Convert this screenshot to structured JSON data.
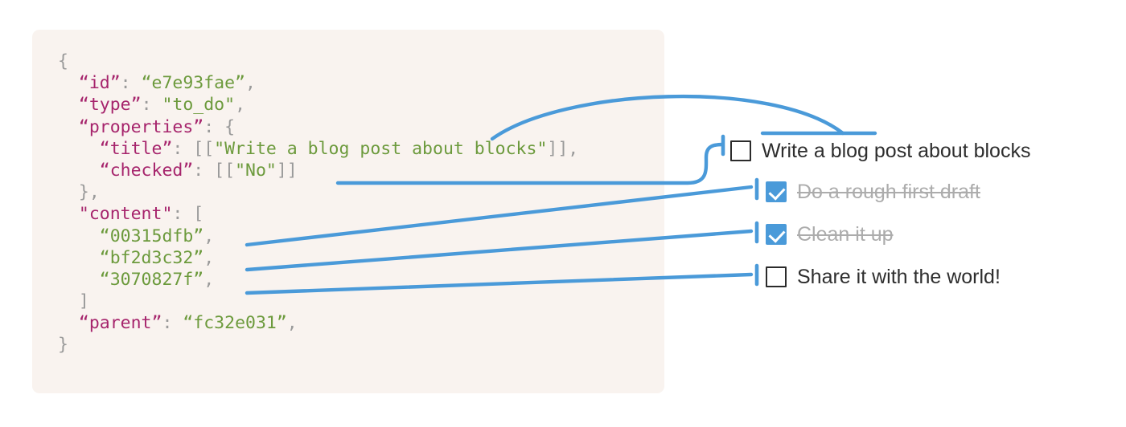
{
  "panel": {
    "background_color": "#f9f3ef",
    "language": "json"
  },
  "code": {
    "lines": [
      {
        "indent": 0,
        "tokens": [
          {
            "t": "{",
            "c": "pun"
          }
        ]
      },
      {
        "indent": 1,
        "tokens": [
          {
            "t": "“id”",
            "c": "key"
          },
          {
            "t": ": ",
            "c": "colon"
          },
          {
            "t": "“e7e93fae”",
            "c": "str"
          },
          {
            "t": ",",
            "c": "pun"
          }
        ]
      },
      {
        "indent": 1,
        "tokens": [
          {
            "t": "“type”",
            "c": "key"
          },
          {
            "t": ": ",
            "c": "colon"
          },
          {
            "t": "\"to_do\"",
            "c": "str"
          },
          {
            "t": ",",
            "c": "pun"
          }
        ]
      },
      {
        "indent": 1,
        "tokens": [
          {
            "t": "“properties”",
            "c": "key"
          },
          {
            "t": ": ",
            "c": "colon"
          },
          {
            "t": "{",
            "c": "pun"
          }
        ]
      },
      {
        "indent": 2,
        "tokens": [
          {
            "t": "“title”",
            "c": "key"
          },
          {
            "t": ": ",
            "c": "colon"
          },
          {
            "t": "[[",
            "c": "pun"
          },
          {
            "t": "\"Write a blog post about blocks\"",
            "c": "str"
          },
          {
            "t": "]],",
            "c": "pun"
          }
        ]
      },
      {
        "indent": 2,
        "tokens": [
          {
            "t": "“checked”",
            "c": "key"
          },
          {
            "t": ": ",
            "c": "colon"
          },
          {
            "t": "[[",
            "c": "pun"
          },
          {
            "t": "\"No\"",
            "c": "str"
          },
          {
            "t": "]]",
            "c": "pun"
          }
        ]
      },
      {
        "indent": 1,
        "tokens": [
          {
            "t": "},",
            "c": "pun"
          }
        ]
      },
      {
        "indent": 1,
        "tokens": [
          {
            "t": "\"content\"",
            "c": "key"
          },
          {
            "t": ": ",
            "c": "colon"
          },
          {
            "t": "[",
            "c": "pun"
          }
        ]
      },
      {
        "indent": 2,
        "tokens": [
          {
            "t": "“00315dfb”",
            "c": "str"
          },
          {
            "t": ",",
            "c": "pun"
          }
        ]
      },
      {
        "indent": 2,
        "tokens": [
          {
            "t": "“bf2d3c32”",
            "c": "str"
          },
          {
            "t": ",",
            "c": "pun"
          }
        ]
      },
      {
        "indent": 2,
        "tokens": [
          {
            "t": "“3070827f”",
            "c": "str"
          },
          {
            "t": ",",
            "c": "pun"
          }
        ]
      },
      {
        "indent": 1,
        "tokens": [
          {
            "t": "]",
            "c": "pun"
          }
        ]
      },
      {
        "indent": 1,
        "tokens": [
          {
            "t": "“parent”",
            "c": "key"
          },
          {
            "t": ": ",
            "c": "colon"
          },
          {
            "t": "“fc32e031”",
            "c": "str"
          },
          {
            "t": ",",
            "c": "pun"
          }
        ]
      },
      {
        "indent": 0,
        "tokens": [
          {
            "t": "}",
            "c": "pun"
          }
        ]
      }
    ]
  },
  "todos": [
    {
      "label": "Write a blog post about blocks",
      "checked": false,
      "block_id": "e7e93fae"
    },
    {
      "label": "Do a rough first draft",
      "checked": true,
      "block_id": "00315dfb"
    },
    {
      "label": "Clean it up",
      "checked": true,
      "block_id": "bf2d3c32"
    },
    {
      "label": "Share it with the world!",
      "checked": false,
      "block_id": "3070827f"
    }
  ],
  "colors": {
    "accent_blue": "#4a9ad9",
    "key_magenta": "#a6246c",
    "string_green": "#6c9a3c",
    "punct_gray": "#9a9a9a",
    "done_gray": "#acacac",
    "text_dark": "#2e2e2e",
    "panel_bg": "#f9f3ef"
  }
}
